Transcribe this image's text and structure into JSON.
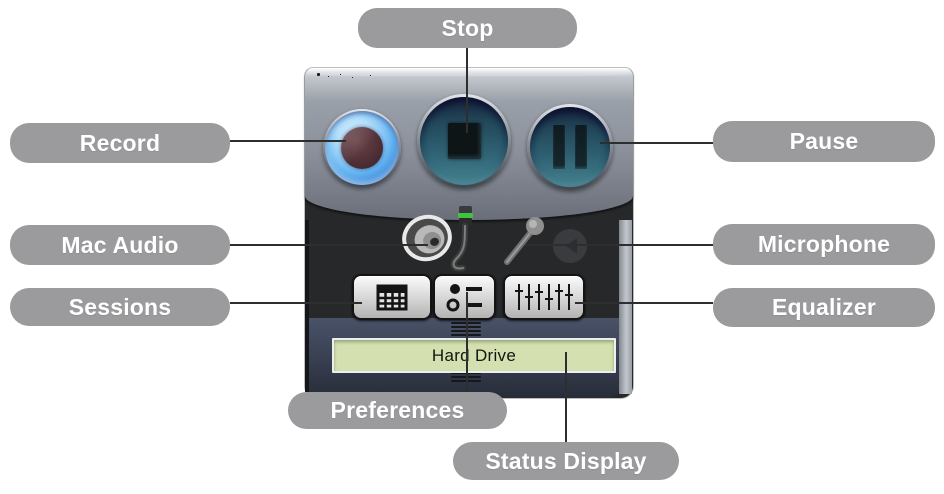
{
  "callouts": {
    "stop": {
      "label": "Stop"
    },
    "record": {
      "label": "Record"
    },
    "pause": {
      "label": "Pause"
    },
    "mac_audio": {
      "label": "Mac Audio"
    },
    "microphone": {
      "label": "Microphone"
    },
    "sessions": {
      "label": "Sessions"
    },
    "equalizer": {
      "label": "Equalizer"
    },
    "preferences": {
      "label": "Preferences"
    },
    "status_display": {
      "label": "Status Display"
    }
  },
  "app": {
    "status_display": {
      "text": "Hard Drive"
    },
    "icons": [
      "record-button",
      "stop-button",
      "pause-button",
      "speaker-icon",
      "cable-led-icon",
      "microphone-icon",
      "rotate-icon",
      "sessions-grid-icon",
      "preferences-sliders-icon",
      "equalizer-sliders-icon",
      "resize-grip"
    ],
    "colors": {
      "callout_pill": "#9b9b9d",
      "callout_text": "#ffffff",
      "connector_line": "#2e2e2e",
      "status_background": "#d4e0b0",
      "record_glow_blue": "#5fb0f0",
      "record_core_maroon": "#46262a",
      "transport_teal": "#2e6173",
      "led_green": "#3ec43e"
    }
  }
}
